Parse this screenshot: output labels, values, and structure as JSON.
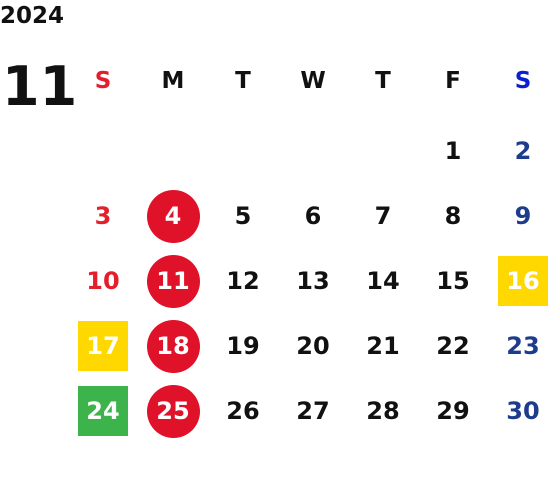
{
  "year": "2024",
  "month": "11",
  "weekdays": [
    "S",
    "M",
    "T",
    "W",
    "T",
    "F",
    "S"
  ],
  "weeks": [
    [
      "",
      "",
      "",
      "",
      "",
      "1",
      "2"
    ],
    [
      "3",
      "4",
      "5",
      "6",
      "7",
      "8",
      "9"
    ],
    [
      "10",
      "11",
      "12",
      "13",
      "14",
      "15",
      "16"
    ],
    [
      "17",
      "18",
      "19",
      "20",
      "21",
      "22",
      "23"
    ],
    [
      "24",
      "25",
      "26",
      "27",
      "28",
      "29",
      "30"
    ]
  ],
  "highlights": {
    "4": {
      "shape": "circle",
      "color": "#e0122a"
    },
    "11": {
      "shape": "circle",
      "color": "#e0122a"
    },
    "18": {
      "shape": "circle",
      "color": "#e0122a"
    },
    "25": {
      "shape": "circle",
      "color": "#e0122a"
    },
    "16": {
      "shape": "square",
      "color": "#ffd800"
    },
    "17": {
      "shape": "square",
      "color": "#ffd800"
    },
    "24": {
      "shape": "square",
      "color": "#3cb44b"
    }
  },
  "colors": {
    "text": "#111111",
    "sunday": "#e41e2a",
    "saturday": "#1e3c8c",
    "saturday_header": "#0a1ed2"
  }
}
